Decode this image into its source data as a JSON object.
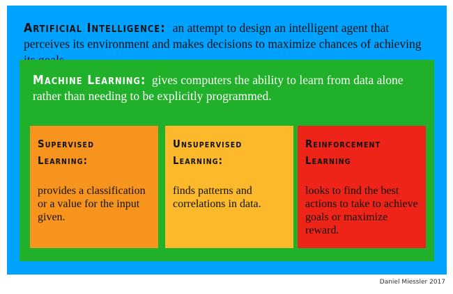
{
  "ai": {
    "title": "Artificial Intelligence:",
    "description": "an attempt to design an intelligent agent that perceives its environment and makes decisions to maximize chances of achieving its goals.",
    "color": "#00a2ff"
  },
  "ml": {
    "title": "Machine Learning:",
    "description": "gives computers the ability to learn from data alone rather than needing to be explicitly programmed.",
    "color": "#20b02a"
  },
  "cards": [
    {
      "title_line1": "Supervised",
      "title_line2": "Learning:",
      "description": "provides a classification or a value for the input given.",
      "color": "#f7941e"
    },
    {
      "title_line1": "Unsupervised",
      "title_line2": "Learning:",
      "description": "finds patterns and correlations in data.",
      "color": "#fbb92b"
    },
    {
      "title_line1": "Reinforcement",
      "title_line2": "Learning",
      "description": "looks to find the best actions to take to achieve goals or maximize reward.",
      "color": "#ee2419"
    }
  ],
  "credit": "Daniel Miessler 2017"
}
